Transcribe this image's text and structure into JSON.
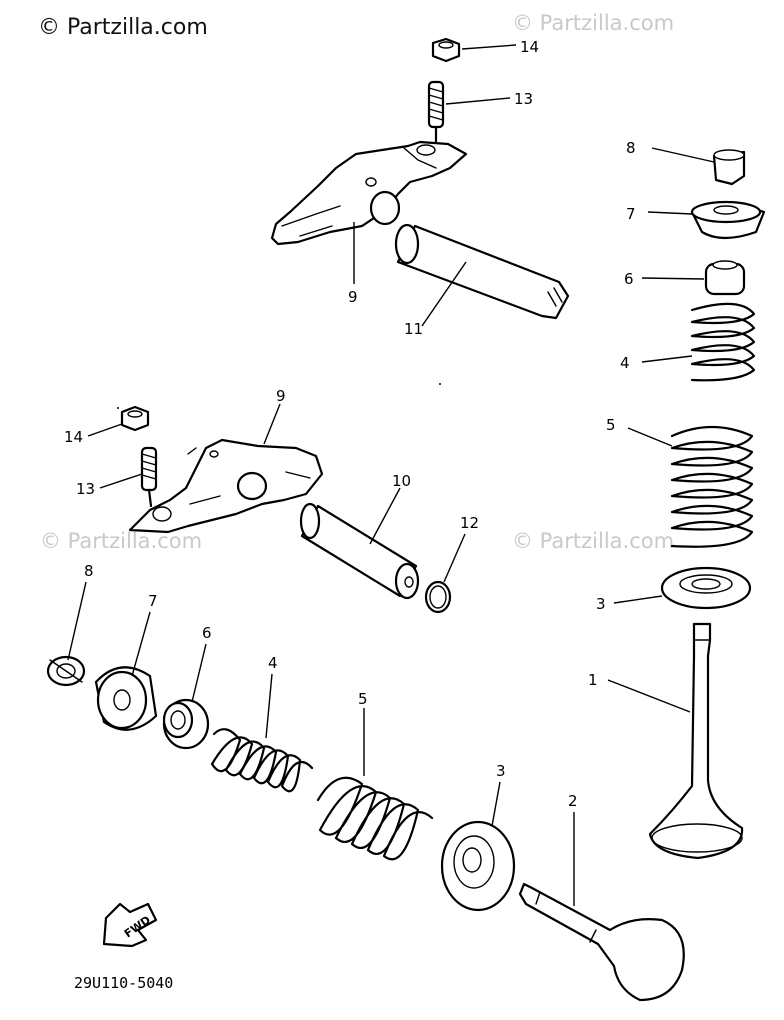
{
  "branding": {
    "logo_text": "© Partzilla.com",
    "watermark_text": "© Partzilla.com"
  },
  "diagram_code": "29U110-5040",
  "fwd_label": "FWD",
  "callouts": {
    "c14_top": "14",
    "c13_top": "13",
    "c9_top": "9",
    "c11": "11",
    "c8_right": "8",
    "c7_right": "7",
    "c6_right": "6",
    "c4_right": "4",
    "c5_right": "5",
    "c3_right": "3",
    "c1": "1",
    "c9_mid": "9",
    "c14_mid": "14",
    "c13_mid": "13",
    "c10": "10",
    "c12": "12",
    "c8_left": "8",
    "c7_left": "7",
    "c6_left": "6",
    "c4_left": "4",
    "c5_left": "5",
    "c3_left": "3",
    "c2": "2"
  }
}
